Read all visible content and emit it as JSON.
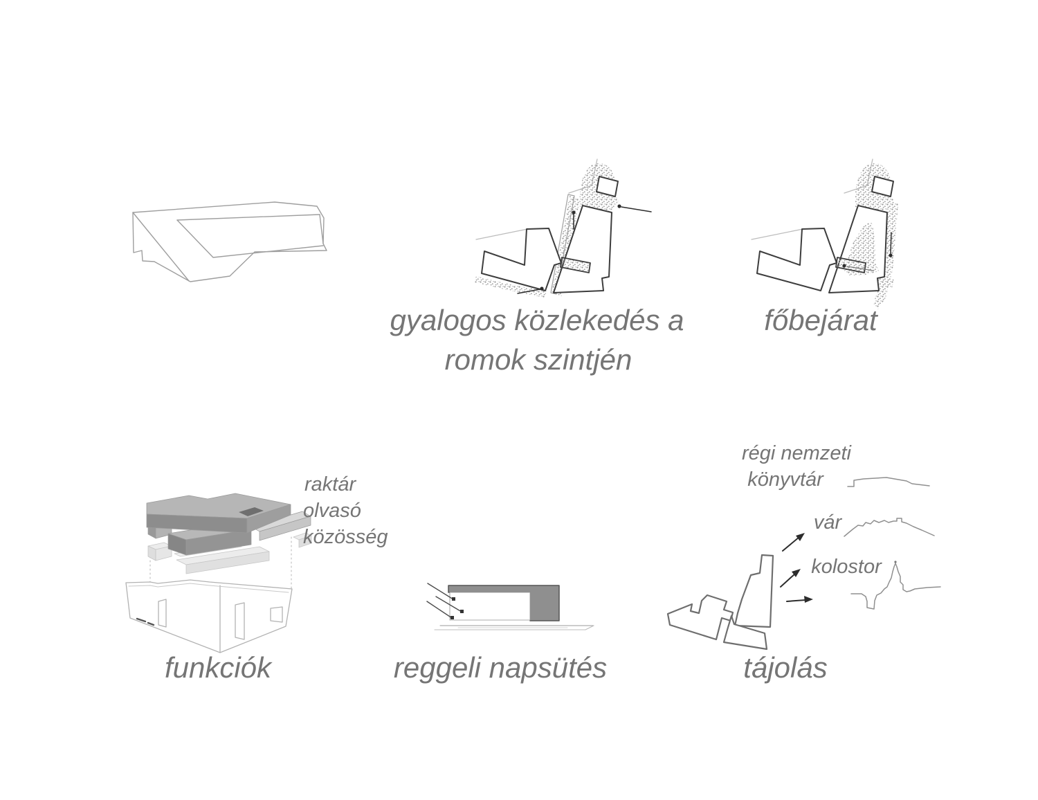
{
  "page": {
    "background": "#ffffff"
  },
  "colors": {
    "label_text": "#757575",
    "sketch_line": "#9e9e9e",
    "plan_outline": "#3d3d3d",
    "stipple_dot": "#969696",
    "slab_dark": "#8d8d8d",
    "slab_mid": "#b6b6b6",
    "slab_light": "#ececec",
    "arrow": "#2c2c2c"
  },
  "panels": {
    "pedestrian": {
      "caption_line1": "gyalogos közlekedés a",
      "caption_line2": "romok szintjén"
    },
    "entrance": {
      "caption": "főbejárat"
    },
    "functions": {
      "caption": "funkciók",
      "layers": {
        "storage": "raktár",
        "reading": "olvasó",
        "community": "közösség"
      }
    },
    "sun": {
      "caption": "reggeli napsütés"
    },
    "orientation": {
      "caption": "tájolás",
      "landmarks": {
        "library_line1": "régi nemzeti",
        "library_line2": "könyvtár",
        "castle": "vár",
        "monastery": "kolostor"
      }
    }
  }
}
